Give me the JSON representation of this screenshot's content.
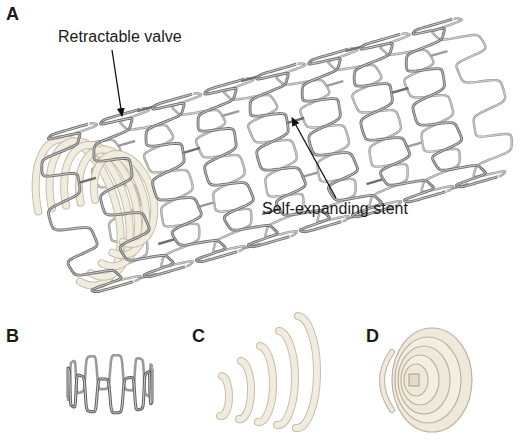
{
  "diagram": {
    "labels": [
      "A",
      "Retractable valve",
      "Self-expanding stent",
      "B",
      "C",
      "D"
    ]
  }
}
